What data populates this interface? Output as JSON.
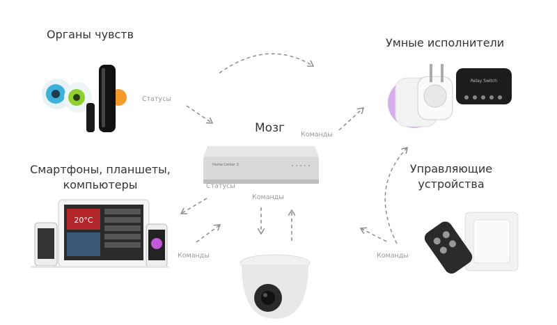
{
  "nodes": {
    "sensors": {
      "title": "Органы чувств"
    },
    "actuators": {
      "title": "Умные исполнители",
      "device_text": "Relay Switch"
    },
    "brain": {
      "title": "Мозг",
      "device_text": "Home Center 2"
    },
    "mobile": {
      "title_line1": "Смартфоны, планшеты,",
      "title_line2": "компьютеры",
      "screen_text": "20°C"
    },
    "controls": {
      "title_line1": "Управляющие",
      "title_line2": "устройства"
    }
  },
  "edges": {
    "sensors_to_brain": "Статусы",
    "brain_to_actuators": "Команды",
    "brain_to_mobile": "Статусы",
    "brain_to_camera": "Команды",
    "mobile_to_brain": "Команды",
    "controls_to_brain": "Команды"
  },
  "colors": {
    "text": "#333333",
    "label": "#9a9a9a",
    "arrow": "#8c8c8c"
  }
}
